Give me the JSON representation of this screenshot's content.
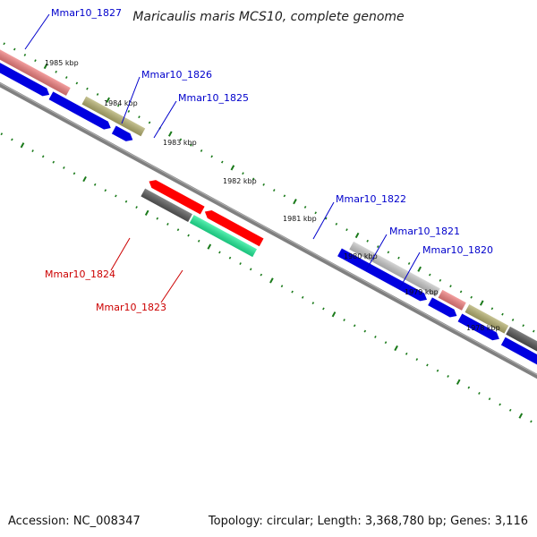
{
  "title": "Maricaulis maris MCS10, complete genome",
  "footer": {
    "accession": "Accession: NC_008347",
    "summary": "Topology: circular; Length: 3,368,780 bp; Genes: 3,116"
  },
  "colors": {
    "forward_label": "#0000cc",
    "reverse_label": "#cc0000",
    "backbone": "#808080",
    "tick": "#1a7a1a"
  },
  "kbp_labels": [
    "1985 kbp",
    "1984 kbp",
    "1983 kbp",
    "1982 kbp",
    "1981 kbp",
    "1980 kbp",
    "1979 kbp",
    "1978 kbp"
  ],
  "gene_labels": [
    {
      "text": "Mmar10_1827",
      "strand": "forward"
    },
    {
      "text": "Mmar10_1826",
      "strand": "forward"
    },
    {
      "text": "Mmar10_1825",
      "strand": "forward"
    },
    {
      "text": "Mmar10_1822",
      "strand": "forward"
    },
    {
      "text": "Mmar10_1821",
      "strand": "forward"
    },
    {
      "text": "Mmar10_1820",
      "strand": "forward"
    },
    {
      "text": "Mmar10_1824",
      "strand": "reverse"
    },
    {
      "text": "Mmar10_1823",
      "strand": "reverse"
    }
  ]
}
